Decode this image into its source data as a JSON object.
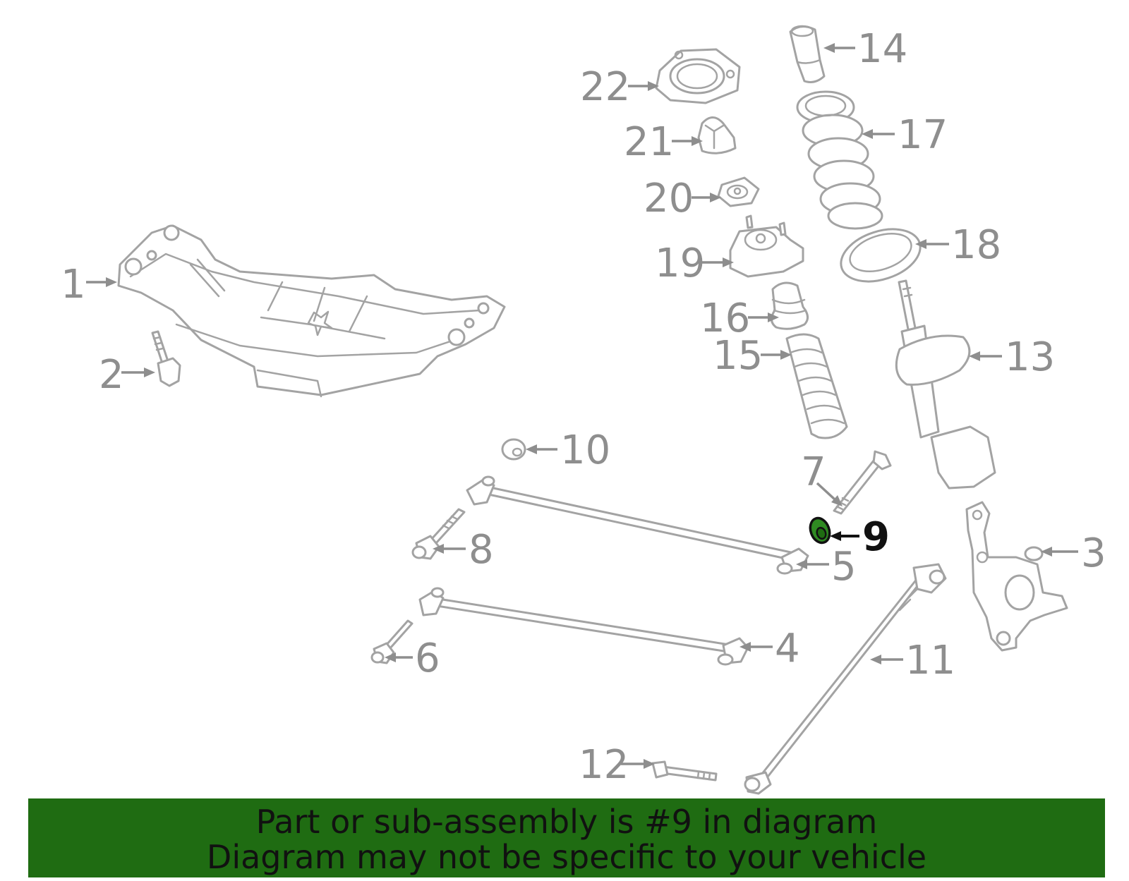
{
  "diagram": {
    "highlighted_part": "9",
    "highlight_color": "#1f6c12",
    "callouts": {
      "c1": "1",
      "c2": "2",
      "c3": "3",
      "c4": "4",
      "c5": "5",
      "c6": "6",
      "c7": "7",
      "c8": "8",
      "c9": "9",
      "c10": "10",
      "c11": "11",
      "c12": "12",
      "c13": "13",
      "c14": "14",
      "c15": "15",
      "c16": "16",
      "c17": "17",
      "c18": "18",
      "c19": "19",
      "c20": "20",
      "c21": "21",
      "c22": "22"
    }
  },
  "banner": {
    "line1": "Part or sub-assembly is #9 in diagram",
    "line2": "Diagram may not be specific to your vehicle",
    "background": "#1f6c12"
  }
}
